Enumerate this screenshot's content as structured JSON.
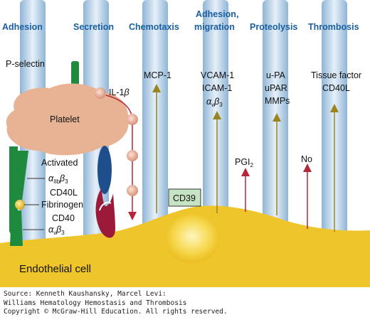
{
  "headers": {
    "adhesion": "Adhesion",
    "secretion": "Secretion",
    "chemotaxis": "Chemotaxis",
    "adhesion_migration_1": "Adhesion,",
    "adhesion_migration_2": "migration",
    "proteolysis": "Proteolysis",
    "thrombosis": "Thrombosis"
  },
  "labels": {
    "p_selectin": "P-selectin",
    "platelet": "Platelet",
    "il1": "IL-1",
    "il1_greek": "β",
    "activated": "Activated",
    "alpha_iib_a": "α",
    "alpha_iib_sub": "IIb",
    "alpha_iib_b": "β",
    "alpha_iib_sub2": "3",
    "cd40l_left": "CD40L",
    "fibrinogen": "Fibrinogen",
    "cd40": "CD40",
    "alpha_v_a": "α",
    "alpha_v_sub": "v",
    "alpha_v_b": "β",
    "alpha_v_sub2": "3",
    "mcp1": "MCP-1",
    "vcam1": "VCAM-1",
    "icam1": "ICAM-1",
    "avb3_a": "α",
    "avb3_sub": "v",
    "avb3_b": "β",
    "avb3_sub2": "3",
    "upa": "u-PA",
    "upar": "uPAR",
    "mmps": "MMPs",
    "tissue_factor": "Tissue factor",
    "cd40l_right": "CD40L",
    "pgi2": "PGI",
    "pgi2_sub": "2",
    "no": "No",
    "cd39": "CD39",
    "endothelial_cell": "Endothelial cell"
  },
  "source": {
    "line1": "Source: Kenneth Kaushansky, Marcel Levi:",
    "line2": "Williams Hematology Hemostasis and Thrombosis",
    "line3": "Copyright © McGraw-Hill Education. All rights reserved."
  },
  "colors": {
    "column": "#a9c8e2",
    "header": "#1a5fa0",
    "platelet": "#e8b394",
    "endothelium": "#eec52a",
    "nucleus": "#f6d64d",
    "green": "#1e8a3e",
    "blue_receptor": "#1e4f8c",
    "crimson_receptor": "#9b1a3a",
    "olive_arrow": "#9a8420",
    "crimson_arrow": "#b3263c",
    "vesicle": "#e7a893",
    "cd39_box": "#c6e3c4"
  }
}
